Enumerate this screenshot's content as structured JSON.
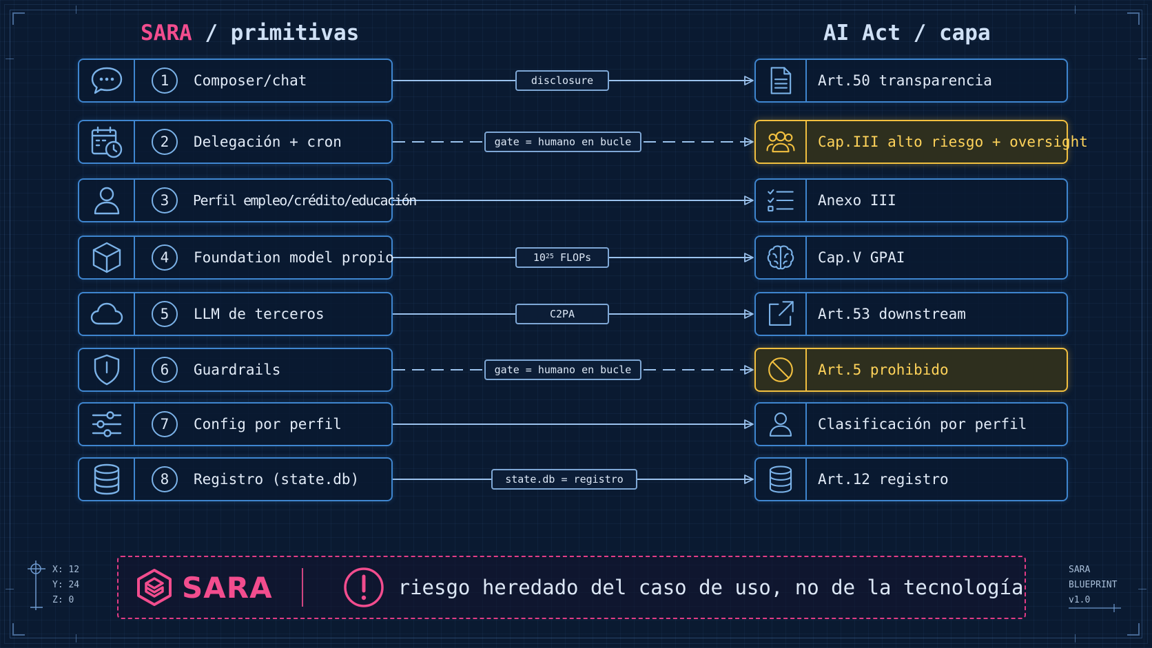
{
  "titles": {
    "left_brand": "SARA",
    "left_rest": " / primitivas",
    "right": "AI Act / capa"
  },
  "left_items": [
    {
      "num": "1",
      "label": "Composer/chat",
      "icon": "chat-bubble-icon"
    },
    {
      "num": "2",
      "label": "Delegación + cron",
      "icon": "calendar-clock-icon"
    },
    {
      "num": "3",
      "label": "Perfil empleo/crédito/educación",
      "icon": "user-profile-icon"
    },
    {
      "num": "4",
      "label": "Foundation model propio",
      "icon": "cube-icon"
    },
    {
      "num": "5",
      "label": "LLM de terceros",
      "icon": "cloud-icon"
    },
    {
      "num": "6",
      "label": "Guardrails",
      "icon": "shield-icon"
    },
    {
      "num": "7",
      "label": "Config por perfil",
      "icon": "sliders-icon"
    },
    {
      "num": "8",
      "label": "Registro (state.db)",
      "icon": "database-icon"
    }
  ],
  "right_items": [
    {
      "label": "Art.50 transparencia",
      "icon": "document-icon",
      "highlight": false
    },
    {
      "label": "Cap.III alto riesgo + oversight",
      "icon": "people-group-icon",
      "highlight": true
    },
    {
      "label": "Anexo III",
      "icon": "checklist-icon",
      "highlight": false
    },
    {
      "label": "Cap.V GPAI",
      "icon": "brain-icon",
      "highlight": false
    },
    {
      "label": "Art.53 downstream",
      "icon": "external-link-icon",
      "highlight": false
    },
    {
      "label": "Art.5 prohibido",
      "icon": "prohibited-icon",
      "highlight": true
    },
    {
      "label": "Clasificación por perfil",
      "icon": "user-profile-icon",
      "highlight": false
    },
    {
      "label": "Art.12 registro",
      "icon": "database-icon",
      "highlight": false
    }
  ],
  "connectors": [
    {
      "label": "disclosure",
      "style": "solid"
    },
    {
      "label": "gate = humano en bucle",
      "style": "dashed"
    },
    {
      "label": "",
      "style": "solid"
    },
    {
      "label_base": "10",
      "label_exp": "25",
      "label_rest": " FLOPs",
      "style": "solid"
    },
    {
      "label": "C2PA",
      "style": "solid"
    },
    {
      "label": "gate = humano en bucle",
      "style": "dashed"
    },
    {
      "label": "",
      "style": "solid"
    },
    {
      "label": "state.db = registro",
      "style": "solid"
    }
  ],
  "coords": {
    "x": "X: 12",
    "y": "Y: 24",
    "z": "Z: 0"
  },
  "stamp": {
    "line1": "SARA",
    "line2": "BLUEPRINT",
    "line3": "v1.0"
  },
  "banner": {
    "brand": "SARA",
    "message": "riesgo heredado del caso de uso, no de la tecnología"
  },
  "colors": {
    "accent_blue": "#3f86d0",
    "highlight_yellow": "#f2c040",
    "brand_pink": "#f24d8e",
    "background": "#0a1a31"
  }
}
